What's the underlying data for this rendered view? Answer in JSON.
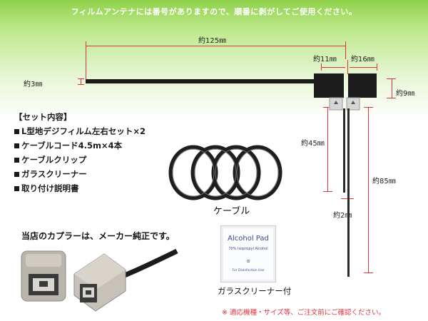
{
  "banner": "フィルムアンテナには番号がありますので、順番に剥がしてご使用ください。",
  "dimensions": {
    "length_total": "約125㎜",
    "width_left_part": "約11㎜",
    "width_right_part": "約16㎜",
    "film_thickness": "約3㎜",
    "element_height": "約9㎜",
    "wire_short": "約45㎜",
    "wire_long": "約85㎜",
    "wire_gap": "約2㎜"
  },
  "contents": {
    "heading": "【セット内容】",
    "items": [
      "L型地デジフィルム左右セット×2",
      "ケーブルコード4.5m×4本",
      "ケーブルクリップ",
      "ガラスクリーナー",
      "取り付け説明書"
    ]
  },
  "cable_label": "ケーブル",
  "coupler_title": "当店のカプラーは、メーカー純正です。",
  "cleaner": {
    "label": "ガラスクリーナー付",
    "pad_title": "Alcohol Pad",
    "pad_subtitle": "70% Isopropyl Alcohol",
    "pad_symbol": "α",
    "pad_usage": "For Disinfection Use"
  },
  "footer_note": "※ 適応機種・サイズ等、ご注文前にご確認ください。",
  "colors": {
    "accent_red": "#e0323a",
    "banner_green": "#8fd14a"
  }
}
